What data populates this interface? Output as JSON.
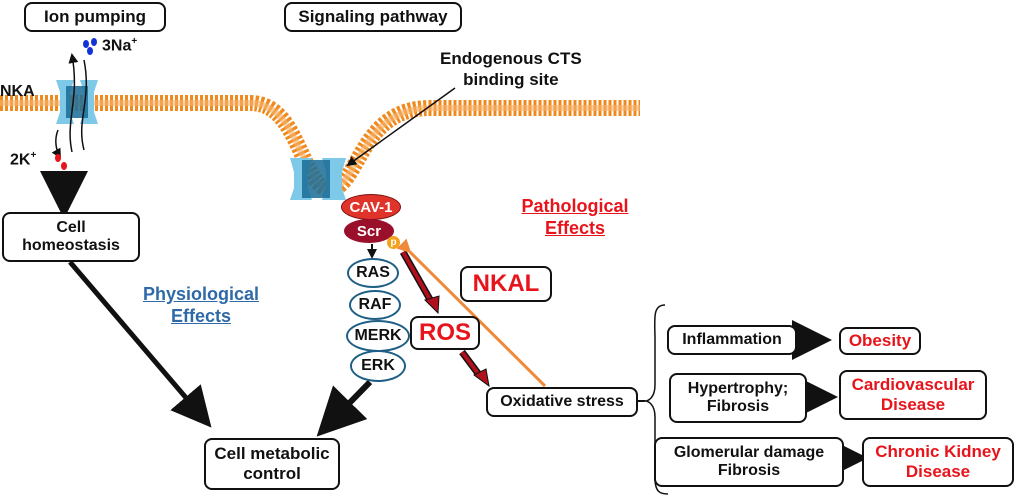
{
  "labels": {
    "ion_pumping": "Ion pumping",
    "signaling_pathway": "Signaling pathway",
    "three_na": "3Na",
    "three_na_sup": "+",
    "nka": "NKA",
    "two_k": "2K",
    "two_k_sup": "+",
    "endogenous_line1": "Endogenous CTS",
    "endogenous_line2": "binding site",
    "cell_homeostasis_line1": "Cell",
    "cell_homeostasis_line2": "homeostasis",
    "physiological_line1": "Physiological",
    "physiological_line2": "Effects",
    "pathological_line1": "Pathological",
    "pathological_line2": "Effects",
    "cav1": "CAV-1",
    "scr": "Scr",
    "p": "p",
    "ras": "RAS",
    "raf": "RAF",
    "merk": "MERK",
    "erk": "ERK",
    "nkal": "NKAL",
    "ros": "ROS",
    "oxidative_stress": "Oxidative stress",
    "cell_metabolic_line1": "Cell metabolic",
    "cell_metabolic_line2": "control",
    "inflammation": "Inflammation",
    "obesity": "Obesity",
    "hypertrophy_line1": "Hypertrophy;",
    "hypertrophy_line2": "Fibrosis",
    "cardio_line1": "Cardiovascular",
    "cardio_line2": "Disease",
    "glomerular_line1": "Glomerular damage",
    "glomerular_line2": "Fibrosis",
    "ckd_line1": "Chronic Kidney",
    "ckd_line2": "Disease"
  },
  "colors": {
    "membrane": "#f08a1e",
    "pump_light": "#7ec8e8",
    "pump_dark": "#1a6c96",
    "red_text": "#e8141b",
    "blue_text": "#2f6aa8",
    "cav1": "#e0342b",
    "scr": "#9a0f2a",
    "phospho": "#f4a21c",
    "ros_arrow": "#b0101c",
    "feedback_arrow": "#ef8a3a"
  }
}
